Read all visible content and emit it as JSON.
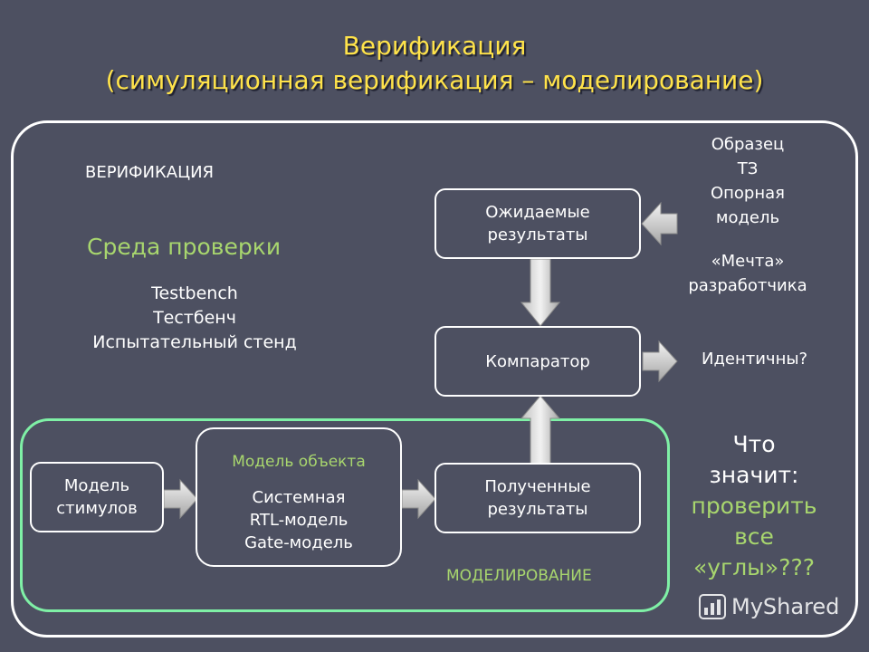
{
  "title": {
    "line1": "Верификация",
    "line2": "(симуляционная верификация – моделирование)"
  },
  "verification_label": "ВЕРИФИКАЦИЯ",
  "environment": {
    "heading": "Среда проверки",
    "lines": [
      "Testbench",
      "Тестбенч",
      "Испытательный стенд"
    ]
  },
  "expected_box": {
    "lines": [
      "Ожидаемые",
      "результаты"
    ]
  },
  "comparator_box": {
    "label": "Компаратор"
  },
  "obtained_box": {
    "lines": [
      "Полученные",
      "результаты"
    ]
  },
  "stimulus_box": {
    "lines": [
      "Модель",
      "стимулов"
    ]
  },
  "object_box": {
    "heading": "Модель объекта",
    "lines": [
      "Системная",
      "RTL-модель",
      "Gate-модель"
    ]
  },
  "reference_sources": {
    "lines": [
      "Образец",
      "ТЗ",
      "Опорная",
      "модель"
    ],
    "dream_lines": [
      "«Мечта»",
      "разработчика"
    ]
  },
  "identical_question": "Идентичны?",
  "modeling_label": "МОДЕЛИРОВАНИЕ",
  "meaning_question": {
    "white_lines": [
      "Что",
      "значит:"
    ],
    "green_lines": [
      "проверить",
      "все",
      "«углы»???"
    ]
  },
  "watermark": "MyShared",
  "colors": {
    "background": "#4d5061",
    "title": "#ffe34a",
    "accent_green": "#a8d66e",
    "frame_green": "#7ff0a6",
    "arrow": "#d9d9d9"
  }
}
